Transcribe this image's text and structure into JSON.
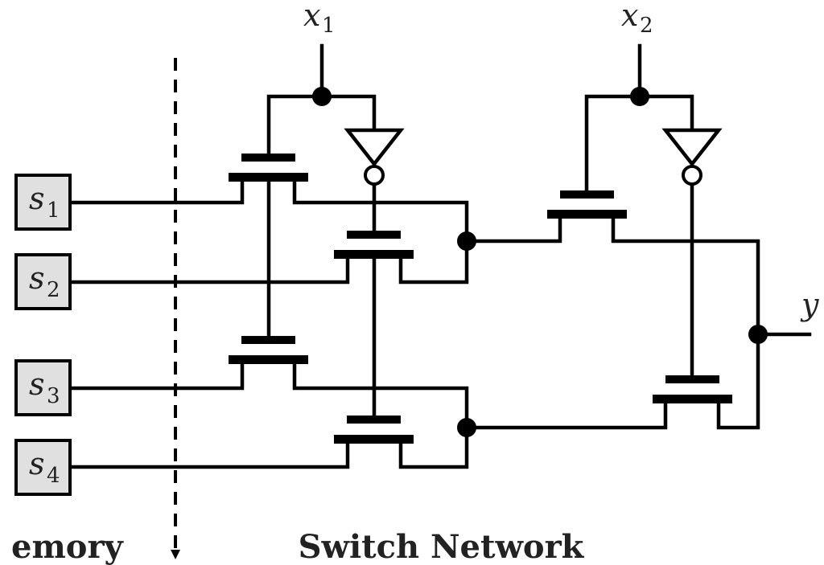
{
  "inputs": [
    {
      "base": "x",
      "sub": "1"
    },
    {
      "base": "x",
      "sub": "2"
    }
  ],
  "output": {
    "label": "y"
  },
  "memory_cells": [
    {
      "base": "s",
      "sub": "1"
    },
    {
      "base": "s",
      "sub": "2"
    },
    {
      "base": "s",
      "sub": "3"
    },
    {
      "base": "s",
      "sub": "4"
    }
  ],
  "sections": {
    "memory": "emory",
    "switch_network": "Switch Network"
  },
  "colors": {
    "wire": "#000000",
    "memory_cell_fill": "#e0e0e0",
    "text": "#222222"
  }
}
